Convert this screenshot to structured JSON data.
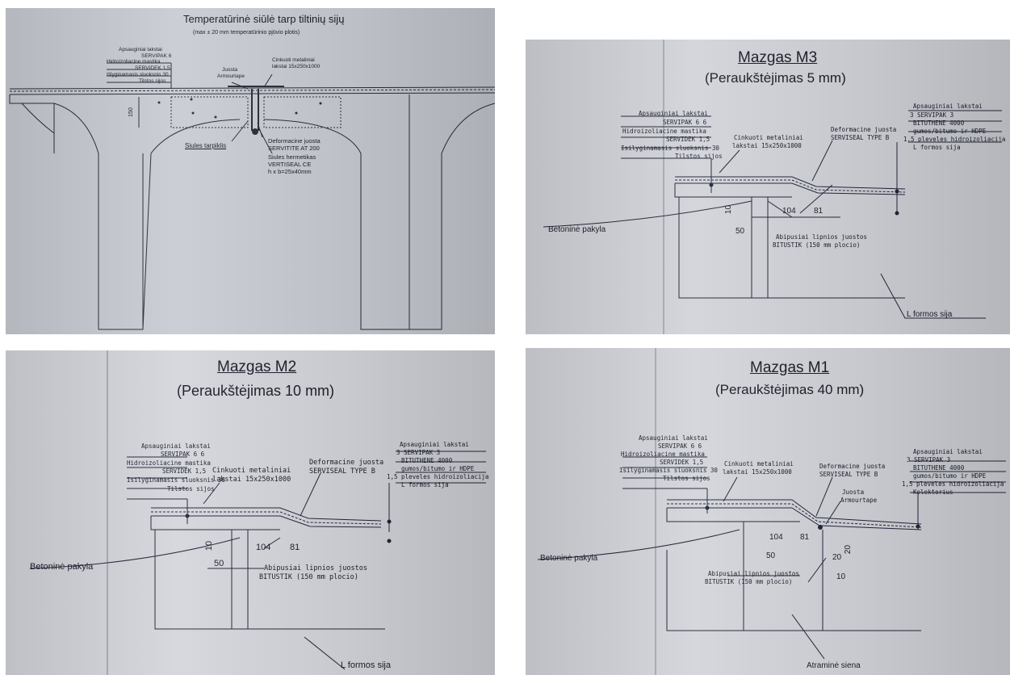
{
  "panel_tl": {
    "title": "Temperatūrinė siūlė tarp tiltinių sijų",
    "subtitle": "(max ± 20 mm temperatūrinio pjūvio plotis)",
    "layers": [
      "Apsauginiai lakstai",
      "SERVIPAK 6",
      "Hidroizoliacine mastika",
      "SERVIDEK 1,5",
      "Išlyginamasis sluoksnis 30",
      "Tilstos sijos"
    ],
    "label_juosta": "Juosta",
    "label_armourtape": "Armourtape",
    "label_cinkuoti": "Cinkuoti metaliniai",
    "label_cinkuoti_dim": "lakstai 15x250x1000",
    "label_dim": "150",
    "label_siules": "Siules tarpiklis",
    "label_deform": "Deformacine juosta",
    "label_servitite": "SERVITITE AT 200",
    "label_herm": "Siules hermetikas",
    "label_vertiseal": "VERTISEAL CE",
    "label_hxb": "h x b=25x40mm"
  },
  "panel_tr": {
    "title": "Mazgas M3",
    "subtitle": "(Peraukštėjimas 5 mm)",
    "left_layers": [
      "Apsauginiai lakstai",
      "SERVIPAK 6 6",
      "Hidroizoliacine mastika",
      "SERVIDEK 1,5",
      "Isilyginamasis sluoksnis 30",
      "Tilstos sijos"
    ],
    "right_layers": [
      "Apsauginiai lakstai",
      "3 SERVIPAK 3",
      "BITUTHENE 4000",
      "gumos/bitumo ir HDPE",
      "1,5 pleveles hidroizoliacija",
      "L formos sija"
    ],
    "label_cinkuoti": "Cinkuoti metaliniai",
    "label_cinkuoti_dim": "lakstai 15x250x1000",
    "label_deform": "Deformacine juosta",
    "label_serviseal": "SERVISEAL TYPE B",
    "dim_104": "104",
    "dim_81": "81",
    "dim_10": "10",
    "dim_50": "50",
    "label_betonine": "Betoninė pakyla",
    "label_abipusiai": "Abipusiai lipnios juostos",
    "label_bitustik": "BITUSTIK (150 mm plocio)",
    "label_bottom": "L formos sija"
  },
  "panel_bl": {
    "title": "Mazgas M2",
    "subtitle": "(Peraukštėjimas 10 mm)",
    "left_layers": [
      "Apsauginiai lakstai",
      "SERVIPAK 6 6",
      "Hidroizoliacine mastika",
      "SERVIDEK 1,5",
      "Isilyginamasis sluoksnis 30",
      "Tilstos sijos"
    ],
    "right_layers": [
      "Apsauginiai lakstai",
      "3 SERVIPAK 3",
      "BITUTHENE 4000",
      "gumos/bitumo ir HDPE",
      "1,5 pleveles hidroizoliacija",
      "L formos sija"
    ],
    "label_cinkuoti": "Cinkuoti metaliniai",
    "label_cinkuoti_dim": "lakstai 15x250x1000",
    "label_deform": "Deformacine juosta",
    "label_serviseal": "SERVISEAL TYPE B",
    "dim_104": "104",
    "dim_81": "81",
    "dim_10": "10",
    "dim_50": "50",
    "label_betonine": "Betoninė pakyla",
    "label_abipusiai": "Abipusiai lipnios juostos",
    "label_bitustik": "BITUSTIK (150 mm plocio)",
    "label_bottom": "L formos sija"
  },
  "panel_br": {
    "title": "Mazgas M1",
    "subtitle": "(Peraukštėjimas 40 mm)",
    "left_layers": [
      "Apsauginiai lakstai",
      "SERVIPAK 6 6",
      "Hidroizoliacine mastika",
      "SERVIDEK 1,5",
      "Isilyginamasis sluoksnis 30",
      "Tilstos sijos"
    ],
    "right_layers": [
      "Apsauginiai lakstai",
      "3 SERVIPAK 3",
      "BITUTHENE 4000",
      "gumos/bitumo ir HDPE",
      "1,5 pleveles hidroizoliacija",
      "Kolektorius"
    ],
    "label_cinkuoti": "Cinkuoti metaliniai",
    "label_cinkuoti_dim": "lakstai 15x250x1000",
    "label_deform": "Deformacine juosta",
    "label_serviseal": "SERVISEAL TYPE B",
    "label_juosta": "Juosta",
    "label_armourtape": "Armourtape",
    "dim_104": "104",
    "dim_81": "81",
    "dim_50": "50",
    "dim_20a": "20",
    "dim_20b": "20",
    "dim_10": "10",
    "label_betonine": "Betoninė pakyla",
    "label_abipusiai": "Abipusiai lipnios juostos",
    "label_bitustik": "BITUSTIK (150 mm plocio)",
    "label_bottom": "Atraminė siena"
  }
}
